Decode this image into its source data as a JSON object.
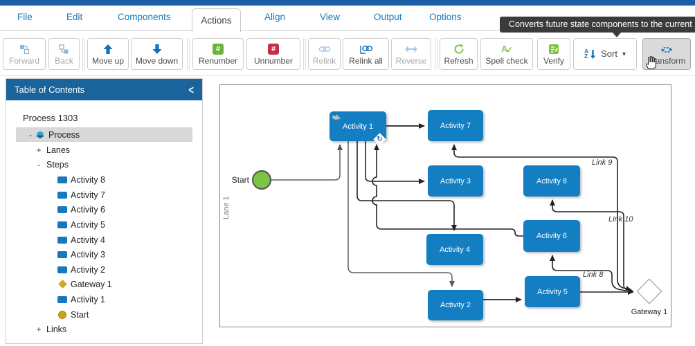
{
  "colors": {
    "top_strip": "#1d5fa6",
    "panel_header_blue": "#1a639b",
    "menu_blue": "#1778be",
    "node_blue": "#137fc2",
    "icon_blue": "#1572b6",
    "icon_green": "#6cb33e",
    "icon_red": "#c22f45",
    "start_green": "#7dc344",
    "tree_gold": "#c9a31d",
    "tooltip_bg": "#3b3b3b"
  },
  "menu": {
    "items": [
      {
        "label": "File"
      },
      {
        "label": "Edit"
      },
      {
        "label": "Components"
      },
      {
        "label": "Actions"
      },
      {
        "label": "Align"
      },
      {
        "label": "View"
      },
      {
        "label": "Output"
      },
      {
        "label": "Options"
      }
    ],
    "active": "Actions"
  },
  "tooltip": {
    "text": "Converts future state components to the current stat"
  },
  "toolbar": {
    "buttons": [
      {
        "label": "Forward",
        "disabled": true
      },
      {
        "label": "Back",
        "disabled": true
      },
      {
        "label": "Move up",
        "disabled": false
      },
      {
        "label": "Move down",
        "disabled": false
      },
      {
        "label": "Renumber",
        "disabled": false
      },
      {
        "label": "Unnumber",
        "disabled": false
      },
      {
        "label": "Relink",
        "disabled": true
      },
      {
        "label": "Relink all",
        "disabled": false
      },
      {
        "label": "Reverse",
        "disabled": true
      },
      {
        "label": "Refresh",
        "disabled": false
      },
      {
        "label": "Spell check",
        "disabled": false
      },
      {
        "label": "Verify",
        "disabled": false
      },
      {
        "label": "Sort",
        "disabled": false
      },
      {
        "label": "Transform",
        "disabled": false,
        "hovered": true
      }
    ],
    "glyphs": {
      "hash": "#",
      "caret": "▾",
      "sort_a": "A",
      "sort_z": "Z",
      "spell_a": "A",
      "check": "✓",
      "badge_refresh": "↻"
    }
  },
  "sidebar": {
    "header": "Table of Contents",
    "collapse_glyph": "<",
    "root": "Process 1303",
    "tree": [
      {
        "expand": "-",
        "icon": "process",
        "label": "Process",
        "selected": true
      },
      {
        "expand": "+",
        "icon": "",
        "label": "Lanes"
      },
      {
        "expand": "-",
        "icon": "",
        "label": "Steps"
      },
      {
        "expand": "",
        "icon": "activity",
        "label": "Activity 8"
      },
      {
        "expand": "",
        "icon": "activity",
        "label": "Activity 7"
      },
      {
        "expand": "",
        "icon": "activity",
        "label": "Activity 6"
      },
      {
        "expand": "",
        "icon": "activity",
        "label": "Activity 5"
      },
      {
        "expand": "",
        "icon": "activity",
        "label": "Activity 4"
      },
      {
        "expand": "",
        "icon": "activity",
        "label": "Activity 3"
      },
      {
        "expand": "",
        "icon": "activity",
        "label": "Activity 2"
      },
      {
        "expand": "",
        "icon": "gateway",
        "label": "Gateway 1"
      },
      {
        "expand": "",
        "icon": "activity",
        "label": "Activity 1"
      },
      {
        "expand": "",
        "icon": "start",
        "label": "Start"
      },
      {
        "expand": "+",
        "icon": "",
        "label": "Links"
      }
    ]
  },
  "canvas": {
    "lane_label": "Lane 1",
    "start_label": "Start",
    "gateway_label": "Gateway 1",
    "nodes": {
      "a1": "Activity 1",
      "a2": "Activity 2",
      "a3": "Activity 3",
      "a4": "Activity 4",
      "a5": "Activity 5",
      "a6": "Activity 6",
      "a7": "Activity 7",
      "a8": "Activity 8"
    },
    "link_labels": {
      "l9": "Link 9",
      "l10": "Link 10",
      "l8": "Link 8"
    }
  }
}
